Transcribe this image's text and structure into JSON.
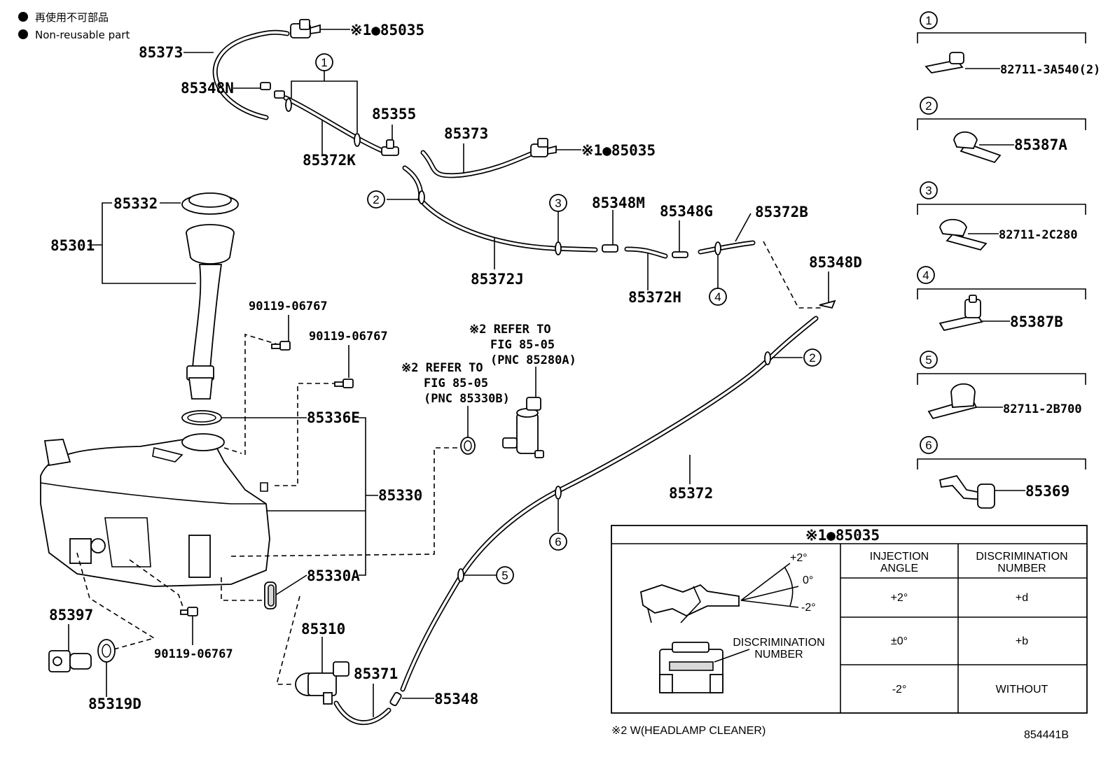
{
  "legend": {
    "non_reusable_ja": "再使用不可部品",
    "non_reusable_en": "Non-reusable part"
  },
  "callouts": {
    "p85035_a": "※1●85035",
    "p85373_a": "85373",
    "p85348N": "85348N",
    "p85372K": "85372K",
    "p85355": "85355",
    "p85373_b": "85373",
    "p85035_b": "※1●85035",
    "p85332": "85332",
    "p85301": "85301",
    "p85348M": "85348M",
    "p85348G": "85348G",
    "p85372B": "85372B",
    "p85372J": "85372J",
    "p85372H": "85372H",
    "p85348D": "85348D",
    "p90119_a": "90119-06767",
    "p90119_b": "90119-06767",
    "p85336E": "85336E",
    "p85330": "85330",
    "p85330A": "85330A",
    "p85372": "85372",
    "p85397": "85397",
    "p90119_c": "90119-06767",
    "p85319D": "85319D",
    "p85310": "85310",
    "p85371": "85371",
    "p85348": "85348"
  },
  "refer_notes": {
    "note_a": [
      "※2 REFER TO",
      "FIG 85-05",
      "(PNC 85280A)"
    ],
    "note_b": [
      "※2 REFER TO",
      "FIG 85-05",
      "(PNC 85330B)"
    ]
  },
  "clip_circles": [
    "1",
    "2",
    "3",
    "4",
    "5",
    "6"
  ],
  "clip_panel": [
    {
      "num": "1",
      "part": "82711-3A540(2)"
    },
    {
      "num": "2",
      "part": "85387A"
    },
    {
      "num": "3",
      "part": "82711-2C280"
    },
    {
      "num": "4",
      "part": "85387B"
    },
    {
      "num": "5",
      "part": "82711-2B700"
    },
    {
      "num": "6",
      "part": "85369"
    }
  ],
  "table": {
    "title": "※1●85035",
    "col_injection": [
      "INJECTION",
      "ANGLE"
    ],
    "col_discrimination": [
      "DISCRIMINATION",
      "NUMBER"
    ],
    "angle_labels": [
      "+2°",
      "0°",
      "-2°"
    ],
    "disc_label": [
      "DISCRIMINATION",
      "NUMBER"
    ],
    "rows": [
      {
        "angle": "+2°",
        "number": "+d"
      },
      {
        "angle": "±0°",
        "number": "+b"
      },
      {
        "angle": "-2°",
        "number": "WITHOUT"
      }
    ]
  },
  "footnote": "※2 W(HEADLAMP CLEANER)",
  "figure_id": "854441B"
}
